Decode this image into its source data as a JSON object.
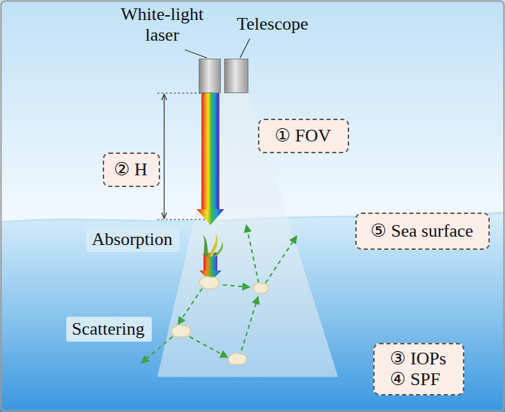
{
  "diagram": {
    "nodes": [
      {
        "text": [
          "White-light laser"
        ]
      },
      {
        "text": [
          "Telescope"
        ]
      },
      {
        "text": [
          "① FOV"
        ]
      },
      {
        "text": [
          "② H"
        ]
      },
      {
        "text": [
          "⑤ Sea surface"
        ]
      },
      {
        "text": [
          "Absorption"
        ]
      },
      {
        "text": [
          "Scattering"
        ]
      },
      {
        "text": [
          "③ IOPs",
          "④ SPF"
        ]
      }
    ]
  }
}
